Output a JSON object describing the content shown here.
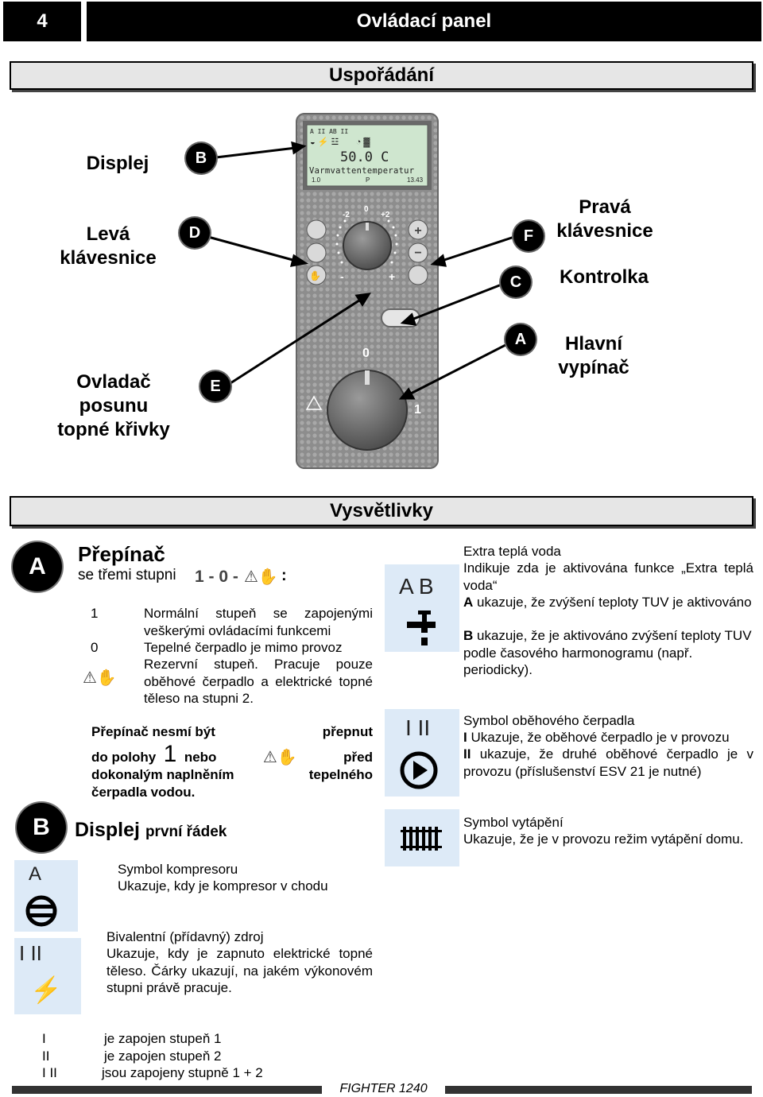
{
  "header": {
    "page_number": "4",
    "title": "Ovládací panel"
  },
  "section_layout": {
    "title": "Uspořádání"
  },
  "labels": {
    "displej": "Displej",
    "leva_line1": "Levá",
    "leva_line2": "klávesnice",
    "prava_line1": "Pravá",
    "prava_line2": "klávesnice",
    "kontrolka": "Kontrolka",
    "ovladac_line1": "Ovladač",
    "ovladac_line2": "posunu",
    "ovladac_line3": "topné křivky",
    "hlavni_line1": "Hlavní",
    "hlavni_line2": "vypínač"
  },
  "markers": {
    "a": "A",
    "b": "B",
    "c": "C",
    "d": "D",
    "e": "E",
    "f": "F"
  },
  "lcd": {
    "top_labels": "A   II   AB        II",
    "temp": "50.0  C",
    "text": "Varmvattentemperatur",
    "bottom_left": "1.0",
    "bottom_mid": "P",
    "bottom_time": "13.43"
  },
  "knob_scale": {
    "minus2": "-2",
    "zero": "0",
    "plus2": "+2",
    "minus": "-",
    "plus": "+"
  },
  "main_switch_scale": {
    "zero": "0",
    "one": "1"
  },
  "section_legend": {
    "title": "Vysvětlivky"
  },
  "switch": {
    "title": "Přepínač",
    "subtitle": "se třemi stupni",
    "positions": "1 - 0 -",
    "colon": ":",
    "item1_key": "1",
    "item1_text": "Normální stupeň se zapojenými veškerými ovládacími funkcemi",
    "item0_key": "0",
    "item0_text": "Tepelné čerpadlo je mimo provoz",
    "item_res_text": "Rezervní stupeň. Pracuje pouze oběhové čerpadlo a elektrické topné těleso na stupni 2.",
    "warn_line1_a": "Přepínač nesmí být",
    "warn_line1_b": "přepnut",
    "warn_line2_a": "do polohy",
    "warn_line2_big": "1",
    "warn_line2_b": "nebo",
    "warn_line2_c": "před",
    "warn_line3_a": "dokonalým naplněním",
    "warn_line3_b": "tepelného",
    "warn_line4": "čerpadla vodou."
  },
  "display_section": {
    "title_big": "Displej",
    "title_small": "první řádek",
    "compressor_title": "Symbol kompresoru",
    "compressor_text": "Ukazuje, kdy je kompresor v chodu",
    "compressor_icon_letter": "A",
    "bivalent_title": "Bivalentní (přídavný) zdroj",
    "bivalent_text": "Ukazuje, kdy je zapnuto elektrické topné těleso. Čárky ukazují, na jakém výkonovém stupni právě pracuje.",
    "bivalent_icon_letters": "I II"
  },
  "stages": [
    {
      "key": "I",
      "text": "je zapojen stupeň 1"
    },
    {
      "key": "II",
      "text": "je zapojen stupeň 2"
    },
    {
      "key": "I II",
      "text": "jsou zapojeny stupně 1 + 2"
    }
  ],
  "hot_water": {
    "icon_letters": "A B",
    "title": "Extra teplá voda",
    "line1": "Indikuje zda je aktivována funkce „Extra teplá voda“",
    "a_key": "A",
    "a_text": "ukazuje, že zvýšení teploty TUV je aktivováno",
    "b_key": "B",
    "b_text": "ukazuje, že je aktivováno zvýšení teploty TUV podle časového harmonogramu (např. periodicky)."
  },
  "pump": {
    "icon_letters": "I II",
    "title": "Symbol oběhového čerpadla",
    "i_key": "I",
    "i_text": "Ukazuje, že oběhové čerpadlo je v provozu",
    "ii_key": "II",
    "ii_text": "ukazuje, že druhé oběhové čerpadlo je v provozu (příslušenství ESV 21 je nutné)"
  },
  "heating": {
    "title": "Symbol vytápění",
    "text": "Ukazuje, že je v provozu režim vytápění domu."
  },
  "footer": {
    "model": "FIGHTER 1240"
  }
}
